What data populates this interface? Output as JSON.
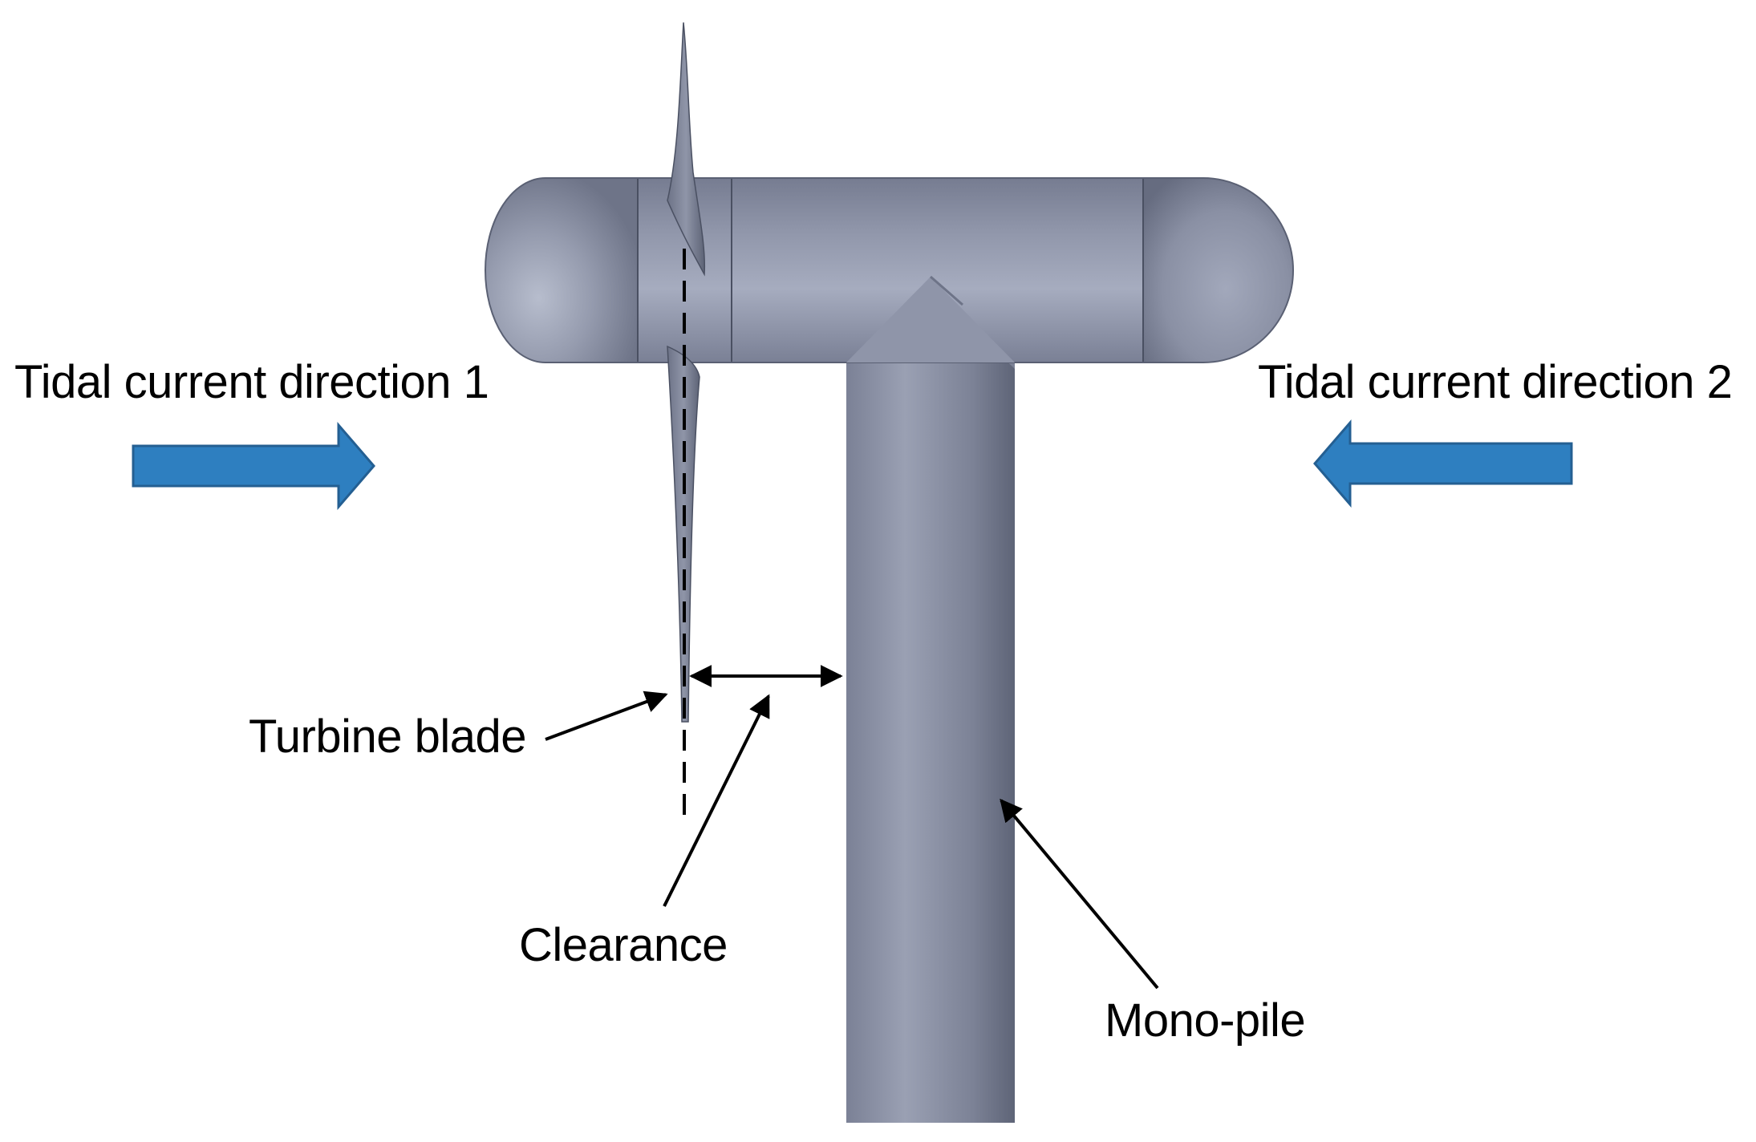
{
  "labels": {
    "direction_1": "Tidal current direction 1",
    "direction_2": "Tidal current direction 2",
    "turbine_blade": "Turbine blade",
    "clearance": "Clearance",
    "mono_pile": "Mono-pile"
  },
  "colors": {
    "structure_body": "#8a90a6",
    "structure_highlight": "#aeb4c6",
    "structure_shadow": "#5c6275",
    "flow_arrow_fill": "#2e7fc0",
    "flow_arrow_stroke": "#245f92",
    "annotation": "#000000"
  }
}
